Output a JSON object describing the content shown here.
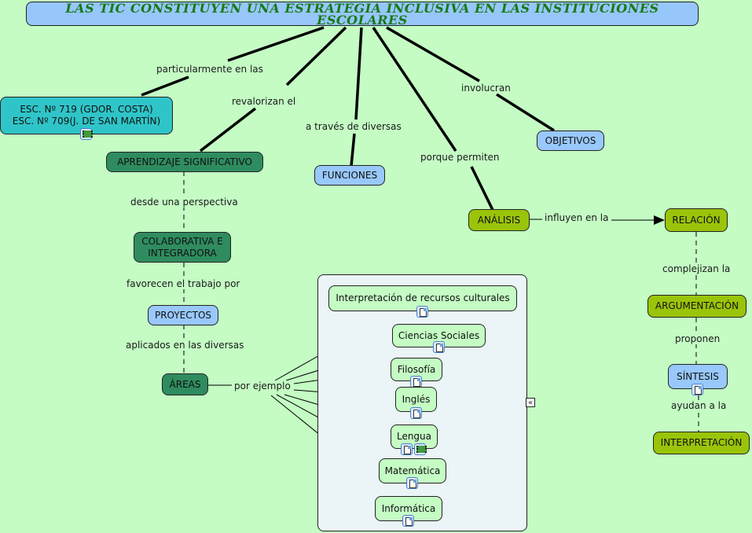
{
  "title": "LAS TIC CONSTITUYEN UNA ESTRATEGIA INCLUSIVA EN LAS INSTITUCIONES ESCOLARES",
  "concepts": {
    "escuelas_line1": "ESC. Nº 719 (GDOR. COSTA)",
    "escuelas_line2": "ESC. Nº 709(J. DE SAN MARTÍN)",
    "aprendizaje": "APRENDIZAJE SIGNIFICATIVO",
    "colaborativa_line1": "COLABORATIVA E",
    "colaborativa_line2": "INTEGRADORA",
    "proyectos": "PROYECTOS",
    "areas": "ÁREAS",
    "funciones": "FUNCIONES",
    "objetivos": "OBJETIVOS",
    "analisis": "ANÁLISIS",
    "relacion": "RELACIÓN",
    "argumentacion": "ARGUMENTACIÓN",
    "sintesis": "SÍNTESIS",
    "interpretacion": "INTERPRETACIÓN"
  },
  "areas_examples": [
    {
      "label": "Interpretación de recursos culturales",
      "icons": [
        "document-icon"
      ]
    },
    {
      "label": "Ciencias Sociales",
      "icons": [
        "document-icon"
      ]
    },
    {
      "label": "Filosofía",
      "icons": [
        "document-icon"
      ]
    },
    {
      "label": "Inglés",
      "icons": [
        "document-icon"
      ]
    },
    {
      "label": "Lengua",
      "icons": [
        "document-icon",
        "film-icon"
      ]
    },
    {
      "label": "Matemática",
      "icons": [
        "document-icon"
      ]
    },
    {
      "label": "Informática",
      "icons": [
        "document-icon"
      ]
    }
  ],
  "linking_phrases": {
    "particularmente": "particularmente en las",
    "revalorizan": "revalorizan el",
    "a_traves": "a través de diversas",
    "porque": "porque permiten",
    "involucran": "involucran",
    "desde": "desde una perspectiva",
    "favorecen": "favorecen el trabajo por",
    "aplicados": "aplicados en las diversas",
    "por_ejemplo": "por ejemplo",
    "influyen": "influyen en la",
    "complejizan": "complejizan la",
    "proponen": "proponen",
    "ayudan": "ayudan a la"
  },
  "collapse_button": "«",
  "colors": {
    "background": "#c4fcc4",
    "title_fill": "#97c6fb",
    "title_text": "#177a17",
    "teal": "#2fc5c8",
    "dark_green": "#2f8c5f",
    "blue": "#98c8fc",
    "olive": "#9ac40a",
    "panel": "#ebf4f6"
  }
}
